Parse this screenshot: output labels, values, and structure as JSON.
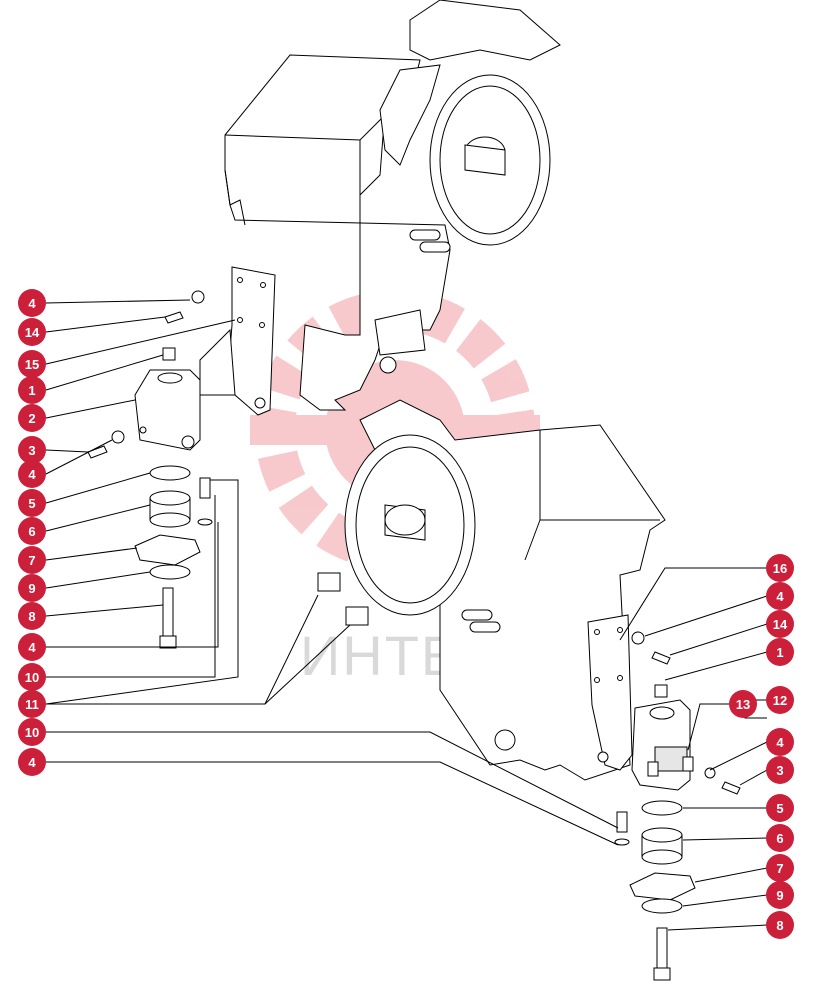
{
  "watermark": {
    "text": "ИНТЕХ",
    "color": "#e02a3a"
  },
  "callout_color": "#cc1f3a",
  "left_assembly": {
    "callouts": [
      "4",
      "14",
      "15",
      "1",
      "2",
      "3",
      "4",
      "5",
      "6",
      "7",
      "9",
      "8",
      "4",
      "10",
      "11",
      "10",
      "4"
    ]
  },
  "right_assembly": {
    "callouts": [
      "16",
      "4",
      "14",
      "1",
      "13",
      "12",
      "4",
      "3",
      "5",
      "6",
      "7",
      "9",
      "8"
    ]
  }
}
